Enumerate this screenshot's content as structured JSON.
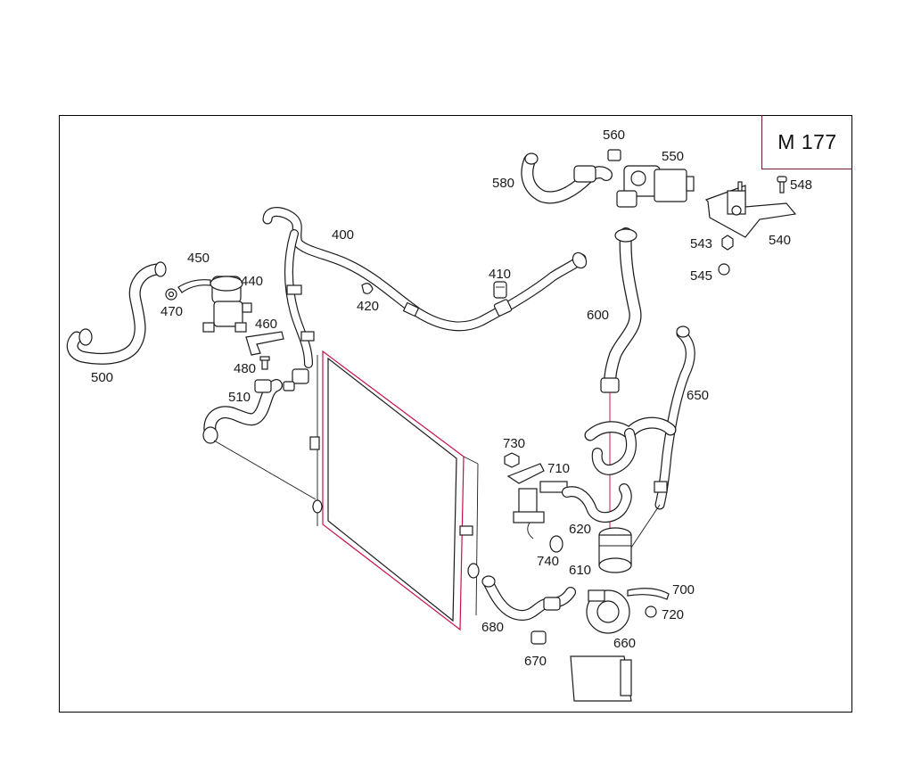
{
  "diagram_code": "M 177",
  "callouts": {
    "p400": "400",
    "p410": "410",
    "p420": "420",
    "p440": "440",
    "p450": "450",
    "p460": "460",
    "p470": "470",
    "p480": "480",
    "p500": "500",
    "p510": "510",
    "p540": "540",
    "p543": "543",
    "p545": "545",
    "p548": "548",
    "p550": "550",
    "p560": "560",
    "p580": "580",
    "p600": "600",
    "p610": "610",
    "p620": "620",
    "p650": "650",
    "p660": "660",
    "p670": "670",
    "p680": "680",
    "p700": "700",
    "p710": "710",
    "p720": "720",
    "p730": "730",
    "p740": "740"
  },
  "colors": {
    "line": "#1c1c1c",
    "accent": "#c8104a",
    "frame": "#000000"
  }
}
